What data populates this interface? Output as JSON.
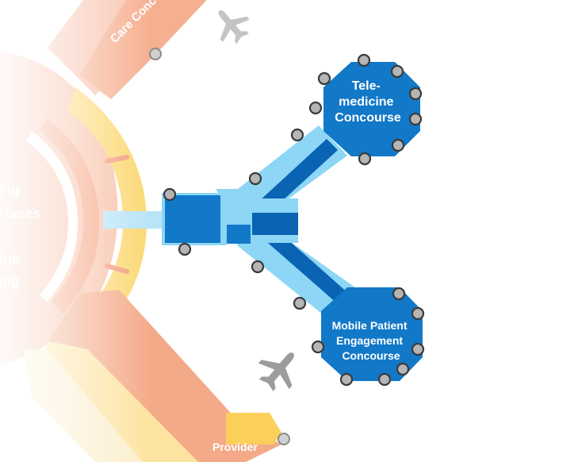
{
  "hubs": {
    "telemedicine": {
      "lines": [
        "Tele-",
        "medicine",
        "Concourse"
      ]
    },
    "mobile": {
      "lines": [
        "Mobile Patient",
        "Engagement",
        "Concourse"
      ]
    }
  },
  "faded": {
    "left_labels": [
      "ting",
      "rfaces",
      "line",
      "ting"
    ],
    "top_label": "Care Concourse",
    "bottom_label": "Provider"
  },
  "icons": [
    "airplane-icon",
    "airplane-icon",
    "airplane-icon"
  ],
  "colors": {
    "hub_blue": "#1278c8",
    "light_blue": "#8dd6f5",
    "dark_blue": "#0a63b3",
    "orange": "#f3a27c",
    "yellow": "#fbd35a",
    "gate_gray": "#b5b5b5",
    "plane_gray": "#9c9c9c"
  }
}
